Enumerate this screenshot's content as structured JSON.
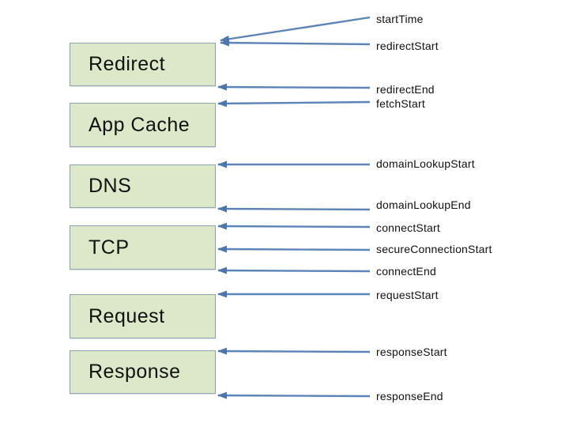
{
  "diagram": {
    "phases": [
      {
        "label": "Redirect"
      },
      {
        "label": "App Cache"
      },
      {
        "label": "DNS"
      },
      {
        "label": "TCP"
      },
      {
        "label": "Request"
      },
      {
        "label": "Response"
      }
    ],
    "timing_events": [
      {
        "label": "startTime"
      },
      {
        "label": "redirectStart"
      },
      {
        "label": "redirectEnd"
      },
      {
        "label": "fetchStart"
      },
      {
        "label": "domainLookupStart"
      },
      {
        "label": "domainLookupEnd"
      },
      {
        "label": "connectStart"
      },
      {
        "label": "secureConnectionStart"
      },
      {
        "label": "connectEnd"
      },
      {
        "label": "requestStart"
      },
      {
        "label": "responseStart"
      },
      {
        "label": "responseEnd"
      }
    ],
    "colors": {
      "phase_box_fill": "#dde8c9",
      "phase_box_border": "#8ca3b3",
      "arrow": "#5d84b8",
      "text": "#111111",
      "background": "#ffffff"
    }
  }
}
